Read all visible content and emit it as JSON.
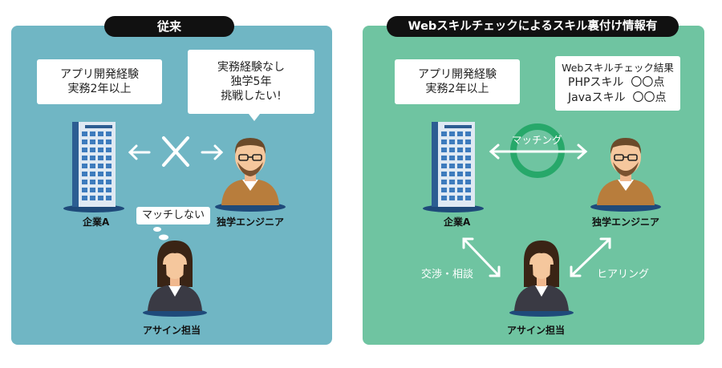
{
  "left": {
    "title": "従来",
    "company_bubble": [
      "アプリ開発経験",
      "実務2年以上"
    ],
    "engineer_bubble": [
      "実務経験なし",
      "独学5年",
      "挑戦したい!"
    ],
    "company_label": "企業A",
    "engineer_label": "独学エンジニア",
    "no_match_bubble": "マッチしない",
    "assignee_label": "アサイン担当"
  },
  "right": {
    "title": "Webスキルチェックによるスキル裏付け情報有",
    "company_bubble": [
      "アプリ開発経験",
      "実務2年以上"
    ],
    "score_title": "Webスキルチェック結果",
    "scores": [
      {
        "skill": "PHPスキル",
        "value": "〇〇点"
      },
      {
        "skill": "Javaスキル",
        "value": "〇〇点"
      }
    ],
    "matching_label": "マッチング",
    "company_label": "企業A",
    "engineer_label": "独学エンジニア",
    "negotiation_label": "交渉・相談",
    "hearing_label": "ヒアリング",
    "assignee_label": "アサイン担当"
  },
  "colors": {
    "left_panel": "#70b6c4",
    "right_panel": "#6fc4a1",
    "match_ring": "#27a86a",
    "title_pill": "#111111"
  }
}
